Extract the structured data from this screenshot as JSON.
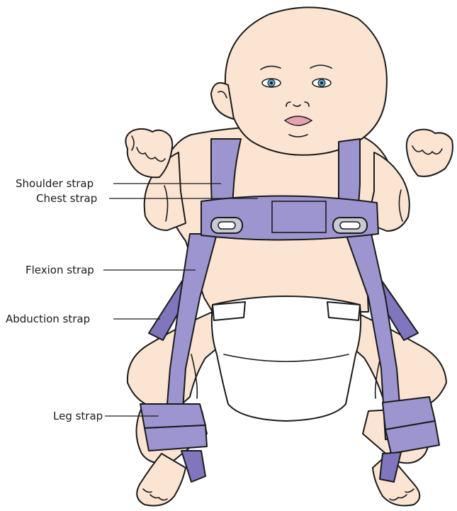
{
  "figure": {
    "labels": {
      "shoulder_strap": "Shoulder strap",
      "chest_strap": "Chest strap",
      "flexion_strap": "Flexion strap",
      "abduction_strap": "Abduction strap",
      "leg_strap": "Leg strap"
    },
    "colors": {
      "strap": "#9d95d0",
      "strap_shade": "#7f76bd",
      "skin": "#fbe4d2",
      "eye": "#5aa9d6",
      "lips": "#e7a1b3",
      "diaper": "#ffffff"
    }
  }
}
